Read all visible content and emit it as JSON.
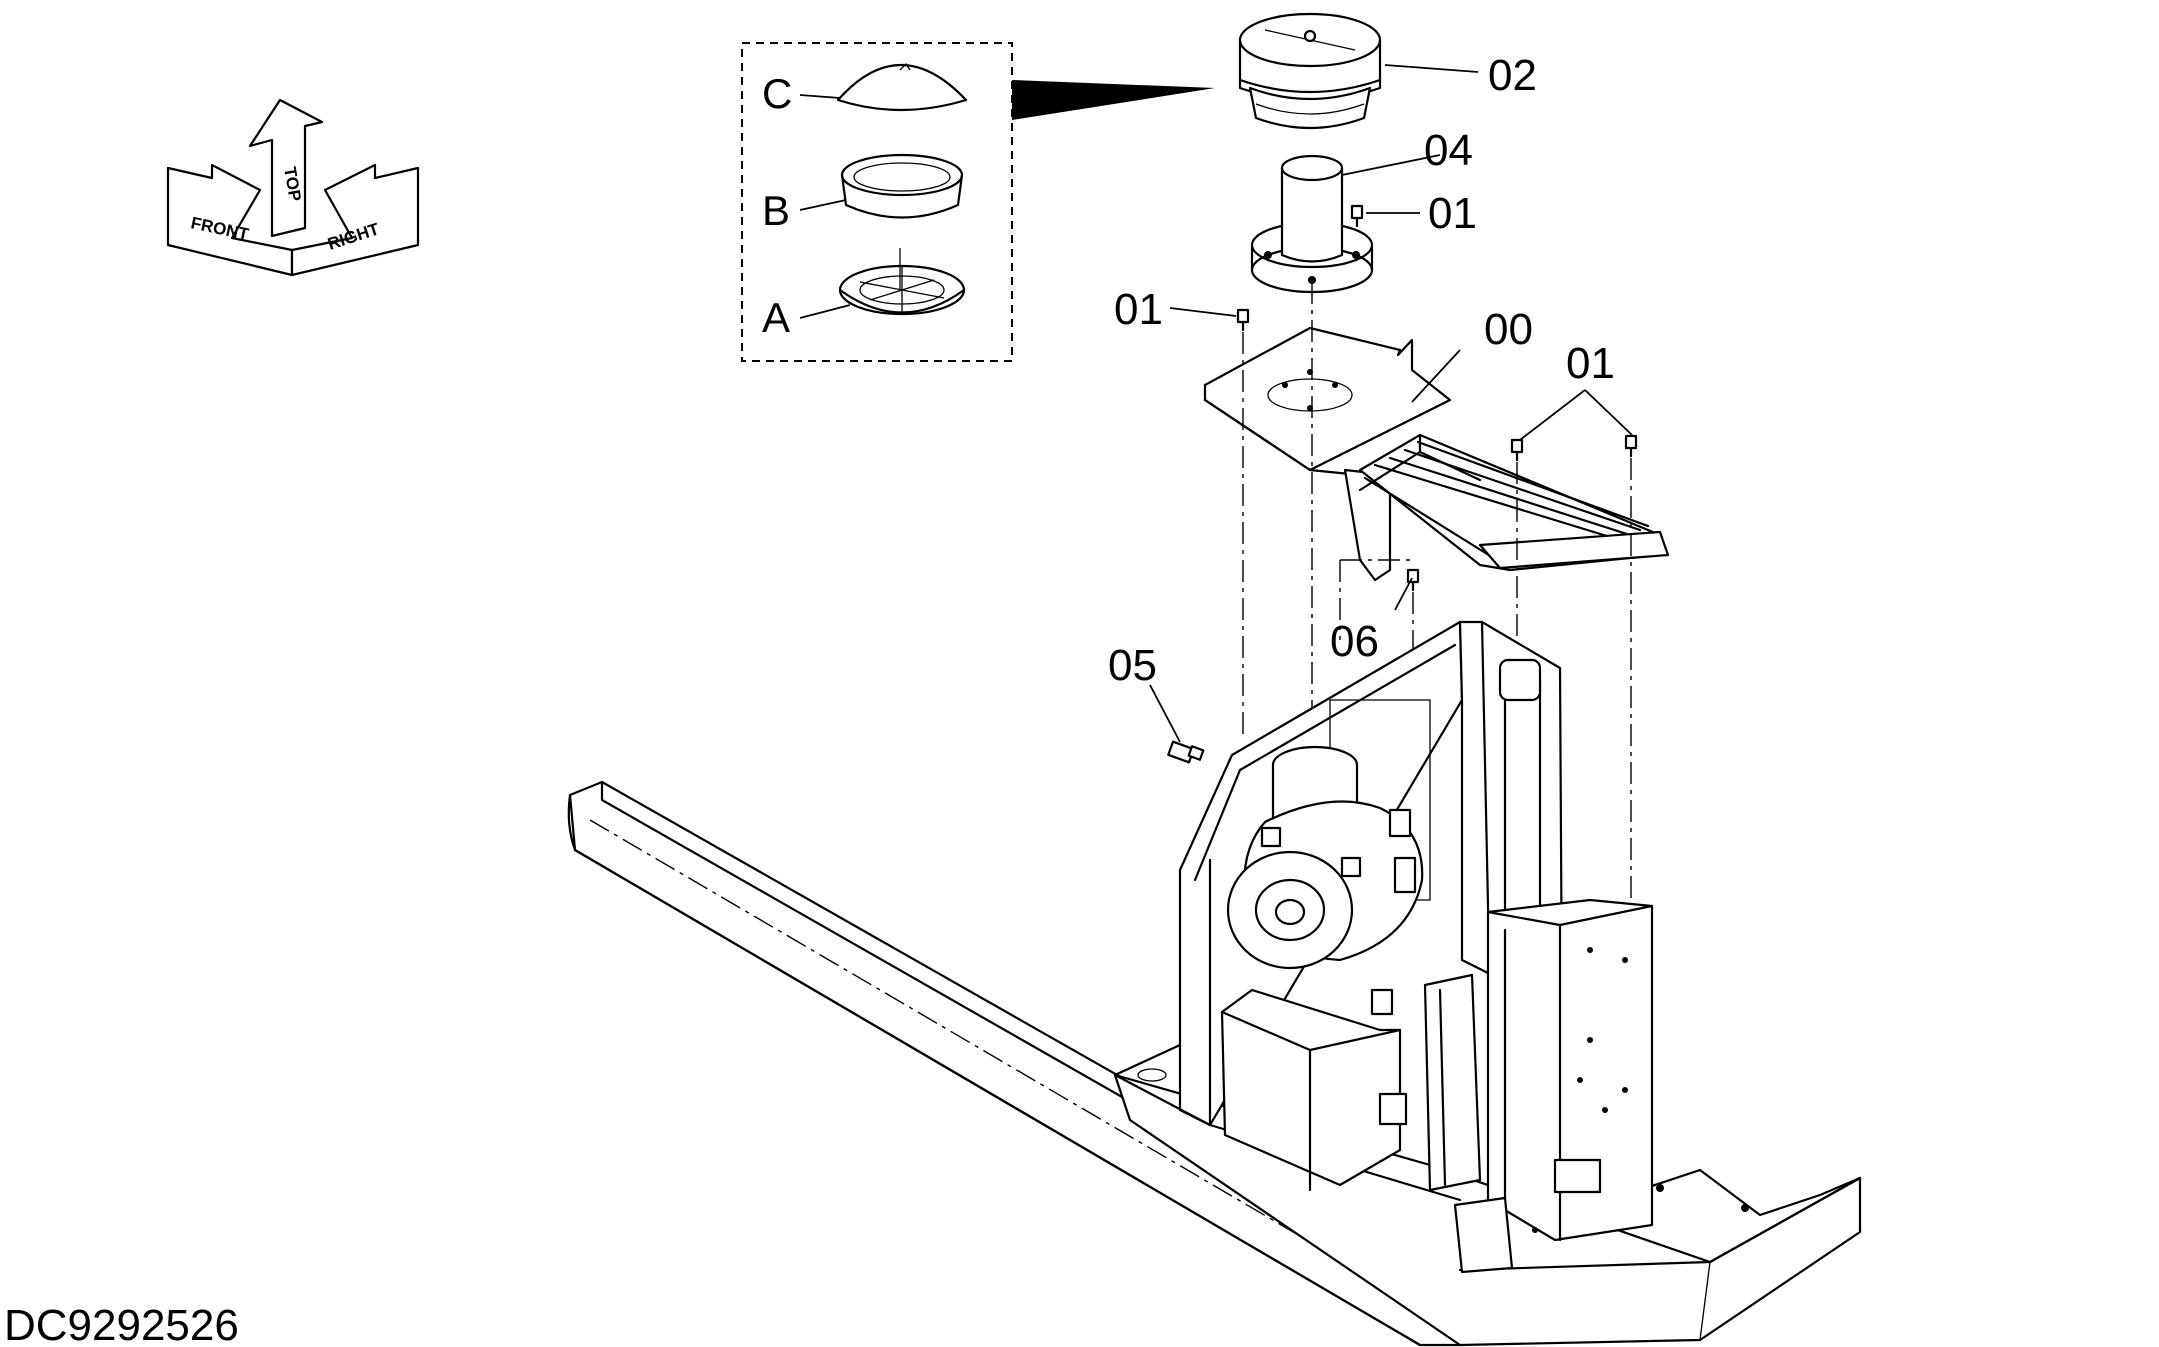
{
  "drawing_id": "DC9292526",
  "orientation_symbol": {
    "front": "FRONT",
    "top": "TOP",
    "right": "RIGHT"
  },
  "callouts": {
    "c00": "00",
    "c01_a": "01",
    "c01_b": "01",
    "c01_c": "01",
    "c02": "02",
    "c04": "04",
    "c05": "05",
    "c06": "06"
  },
  "detail_view": {
    "a": "A",
    "b": "B",
    "c": "C"
  }
}
